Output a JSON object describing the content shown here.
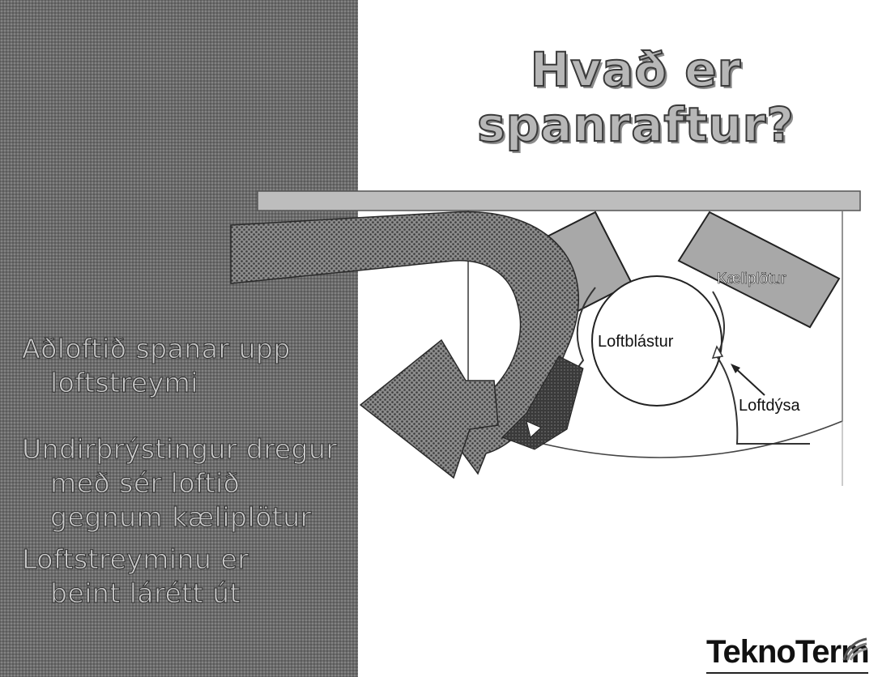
{
  "slide": {
    "title_line1": "Hvað er",
    "title_line2": "spanraftur?",
    "bullets": [
      {
        "lines": [
          "Aðloftið spanar upp",
          "loftstreymi"
        ]
      },
      {
        "lines": [
          "Undirþrýstingur dregur",
          "með sér loftið",
          "gegnum kæliplötur"
        ]
      },
      {
        "lines": [
          "Loftstreyminu er",
          "beint lárétt út"
        ]
      }
    ]
  },
  "diagram": {
    "label_plates": "Kæliplötur",
    "label_fan": "Loftblástur",
    "label_nozzle": "Loftdýsa"
  },
  "logo": {
    "text": "TeknoTerm",
    "icon": "leaf-logo-icon"
  },
  "colors": {
    "panel": "#6b6b6b",
    "plate": "#a8a8a8",
    "ceiling": "#bdbdbd",
    "arrow": "#7a7a7a"
  }
}
